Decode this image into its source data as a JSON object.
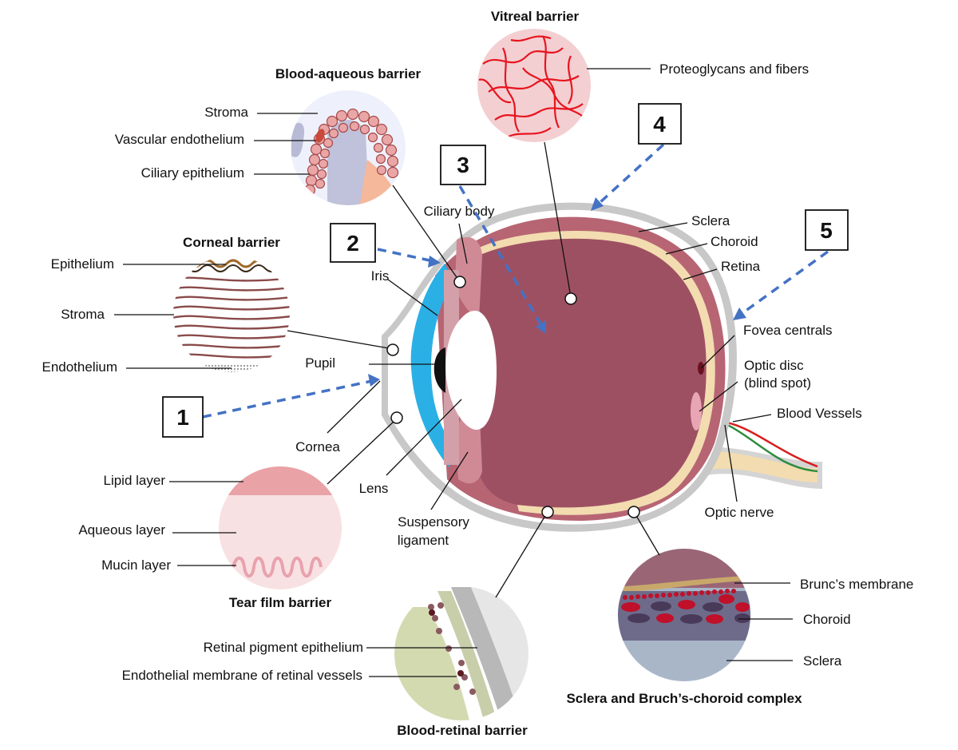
{
  "titles": {
    "vitreal": "Vitreal barrier",
    "blood_aqueous": "Blood-aqueous barrier",
    "corneal": "Corneal barrier",
    "tear_film": "Tear film barrier",
    "blood_retinal": "Blood-retinal barrier",
    "sclera_bruch": "Sclera and Bruch’s-choroid complex"
  },
  "labels": {
    "proteoglycans": "Proteoglycans and fibers",
    "stroma_ba": "Stroma",
    "vascular_endothelium": "Vascular endothelium",
    "ciliary_epithelium": "Ciliary epithelium",
    "ciliary_body": "Ciliary body",
    "epithelium": "Epithelium",
    "stroma_c": "Stroma",
    "endothelium": "Endothelium",
    "iris": "Iris",
    "pupil": "Pupil",
    "cornea": "Cornea",
    "lens": "Lens",
    "suspensory_1": "Suspensory",
    "suspensory_2": "ligament",
    "sclera": "Sclera",
    "choroid": "Choroid",
    "retina": "Retina",
    "fovea": "Fovea centrals",
    "optic_disc_1": "Optic disc",
    "optic_disc_2": "(blind spot)",
    "blood_vessels": "Blood Vessels",
    "optic_nerve": "Optic nerve",
    "lipid": "Lipid layer",
    "aqueous": "Aqueous layer",
    "mucin": "Mucin layer",
    "rpe": "Retinal pigment epithelium",
    "endothelial_membrane": "Endothelial membrane of retinal vessels",
    "brunc": "Brunc’s membrane",
    "choroid_detail": "Choroid",
    "sclera_detail": "Sclera"
  },
  "routes": [
    "1",
    "2",
    "3",
    "4",
    "5"
  ],
  "colors": {
    "route_arrow": "#4472c4",
    "vitreous": "#9e5063",
    "choroid": "#b76573",
    "retina": "#f2dcb0",
    "sclera": "#c8c8c8",
    "cornea": "#2bb0e5",
    "fibers": "#e8141e"
  }
}
